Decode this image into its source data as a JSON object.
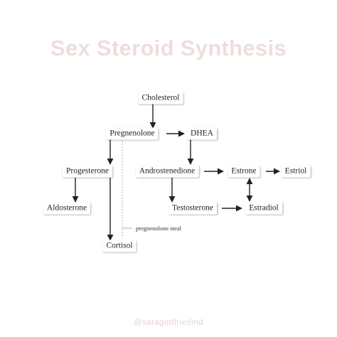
{
  "title": "Sex Steroid Synthesis",
  "nodes": {
    "cholesterol": "Cholesterol",
    "pregnenolone": "Pregnenolone",
    "dhea": "DHEA",
    "progesterone": "Progesterone",
    "androstenedione": "Androstenedione",
    "estrone": "Estrone",
    "estriol": "Estriol",
    "aldosterone": "Aldosterone",
    "testosterone": "Testosterone",
    "estradiol": "Estradiol",
    "cortisol": "Cortisol"
  },
  "note": "pregnenolone steal",
  "handle": "@saragottfriedmd"
}
